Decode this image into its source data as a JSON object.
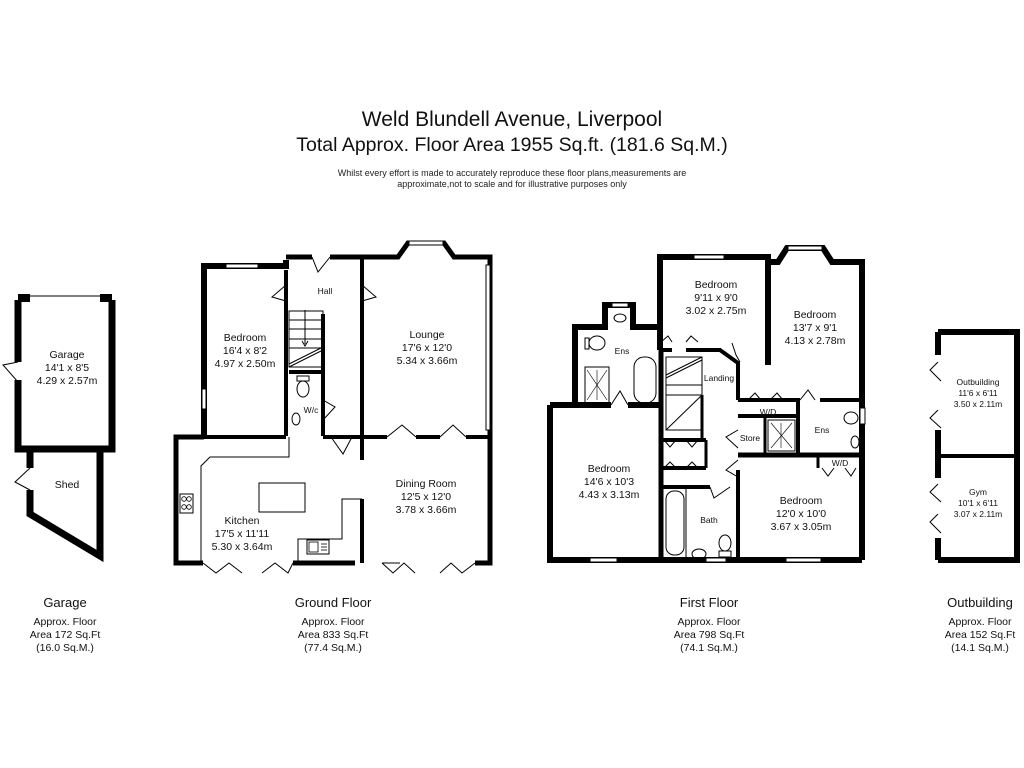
{
  "header": {
    "title": "Weld Blundell Avenue, Liverpool",
    "total_area": "Total Approx. Floor Area 1955 Sq.ft. (181.6 Sq.M.)",
    "disclaimer_line1": "Whilst every effort is made to accurately reproduce these floor plans,measurements are",
    "disclaimer_line2": "approximate,not to scale and for illustrative purposes only"
  },
  "garage": {
    "rooms": [
      {
        "name": "Garage",
        "imperial": "14'1 x 8'5",
        "metric": "4.29 x 2.57m"
      },
      {
        "name": "Shed"
      }
    ],
    "caption": {
      "title": "Garage",
      "line1": "Approx. Floor",
      "line2": "Area 172 Sq.Ft",
      "line3": "(16.0 Sq.M.)"
    }
  },
  "ground_floor": {
    "rooms": [
      {
        "name": "Bedroom",
        "imperial": "16'4 x 8'2",
        "metric": "4.97 x 2.50m"
      },
      {
        "name": "Hall"
      },
      {
        "name": "W/c"
      },
      {
        "name": "Lounge",
        "imperial": "17'6 x 12'0",
        "metric": "5.34 x 3.66m"
      },
      {
        "name": "Kitchen",
        "imperial": "17'5 x 11'11",
        "metric": "5.30 x 3.64m"
      },
      {
        "name": "Dining Room",
        "imperial": "12'5 x 12'0",
        "metric": "3.78 x 3.66m"
      }
    ],
    "caption": {
      "title": "Ground Floor",
      "line1": "Approx. Floor",
      "line2": "Area 833 Sq.Ft",
      "line3": "(77.4 Sq.M.)"
    }
  },
  "first_floor": {
    "rooms": [
      {
        "name": "Bedroom",
        "imperial": "9'11 x 9'0",
        "metric": "3.02 x 2.75m"
      },
      {
        "name": "Bedroom",
        "imperial": "13'7 x 9'1",
        "metric": "4.13 x 2.78m"
      },
      {
        "name": "Ens"
      },
      {
        "name": "Landing"
      },
      {
        "name": "W/D"
      },
      {
        "name": "Store"
      },
      {
        "name": "Ens"
      },
      {
        "name": "W/D"
      },
      {
        "name": "Bedroom",
        "imperial": "14'6 x 10'3",
        "metric": "4.43 x 3.13m"
      },
      {
        "name": "Bath"
      },
      {
        "name": "Bedroom",
        "imperial": "12'0 x 10'0",
        "metric": "3.67 x 3.05m"
      }
    ],
    "caption": {
      "title": "First Floor",
      "line1": "Approx. Floor",
      "line2": "Area 798 Sq.Ft",
      "line3": "(74.1 Sq.M.)"
    }
  },
  "outbuilding": {
    "rooms": [
      {
        "name": "Outbuilding",
        "imperial": "11'6 x 6'11",
        "metric": "3.50 x 2.11m"
      },
      {
        "name": "Gym",
        "imperial": "10'1 x 6'11",
        "metric": "3.07 x 2.11m"
      }
    ],
    "caption": {
      "title": "Outbuilding",
      "line1": "Approx. Floor",
      "line2": "Area 152 Sq.Ft",
      "line3": "(14.1 Sq.M.)"
    }
  },
  "colors": {
    "wall": "#000000",
    "background": "#ffffff",
    "text": "#111111"
  }
}
